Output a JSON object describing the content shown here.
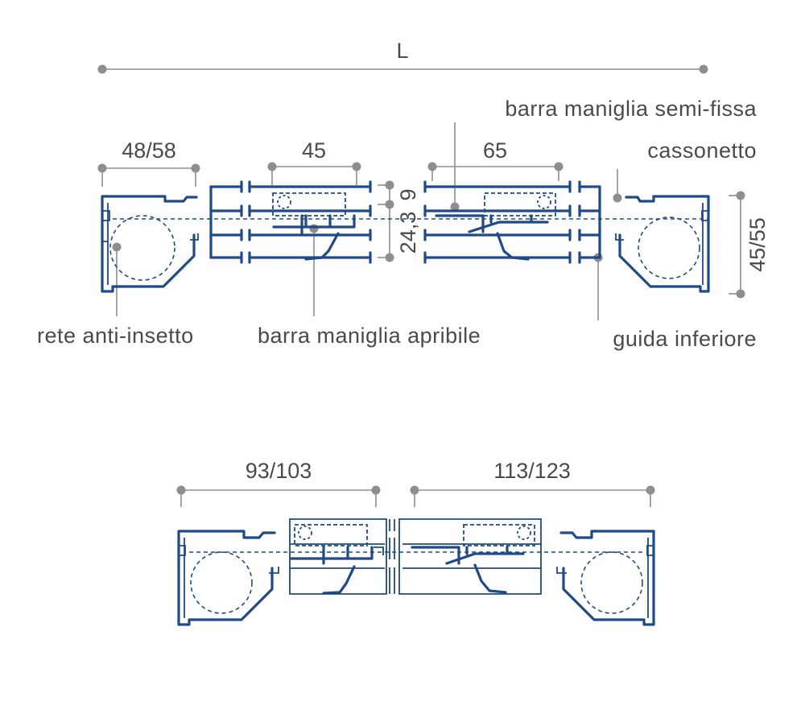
{
  "top_view": {
    "overall_length": "L",
    "width_left": "48/58",
    "width_center_left": "45",
    "width_center_right": "65",
    "height_small": "9",
    "height_mid": "24,3",
    "height_right": "45/55"
  },
  "labels": {
    "handle_bar_semi_fixed": "barra maniglia semi-fissa",
    "box": "cassonetto",
    "insect_net": "rete anti-insetto",
    "handle_bar_opening": "barra maniglia apribile",
    "bottom_guide": "guida inferiore"
  },
  "bottom_view": {
    "width_left": "93/103",
    "width_right": "113/123"
  },
  "colors": {
    "profile": "#1f4a86",
    "dimension": "#8e8e8e",
    "text": "#4a4a4a"
  }
}
